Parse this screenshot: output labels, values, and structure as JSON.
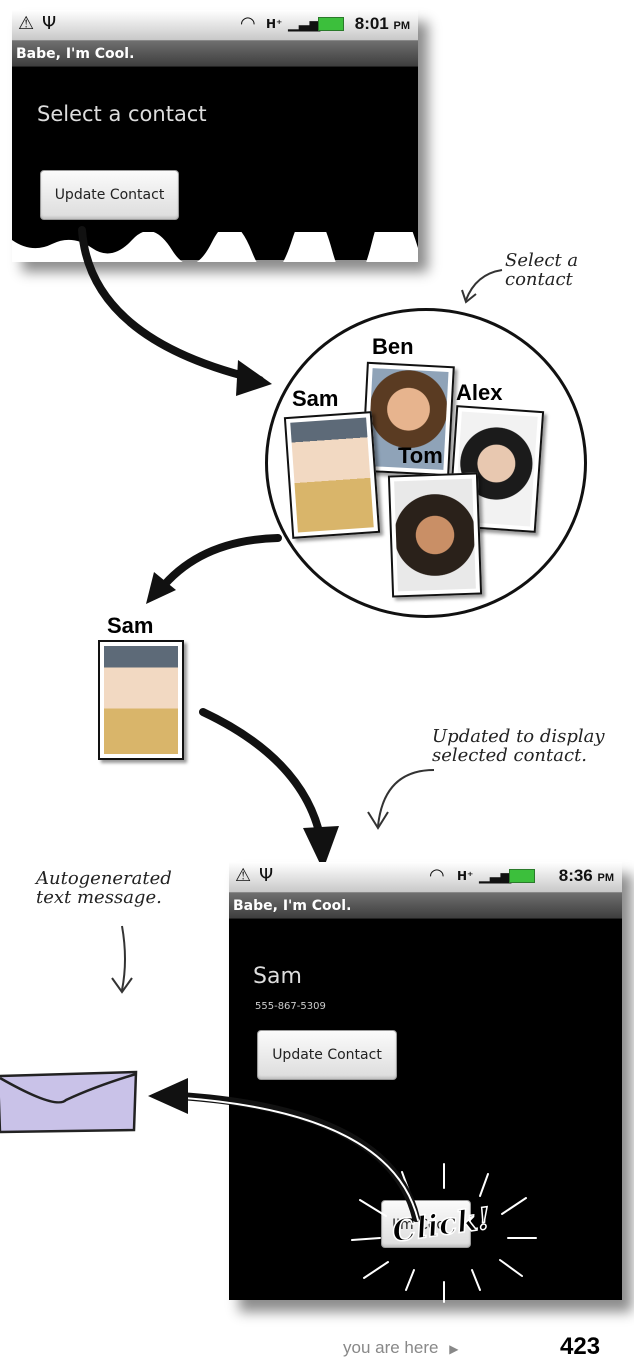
{
  "screen1": {
    "status_time": "8:01",
    "status_ampm": "PM",
    "app_title": "Babe, I'm Cool.",
    "prompt": "Select a contact",
    "button_label": "Update Contact"
  },
  "annotations": {
    "select_contact": "Select a\ncontact",
    "updated": "Updated to display\nselected contact.",
    "autogenerated": "Autogenerated\ntext message."
  },
  "contacts": [
    "Ben",
    "Sam",
    "Alex",
    "Tom"
  ],
  "selected_contact": "Sam",
  "screen2": {
    "status_time": "8:36",
    "status_ampm": "PM",
    "app_title": "Babe, I'm Cool.",
    "contact_name": "Sam",
    "contact_phone": "555-867-5309",
    "button_label": "Update Contact",
    "cool_button_label": "I'm Coo",
    "click_label": "Click!"
  },
  "footer": {
    "text": "you are here",
    "page_number": "423"
  }
}
